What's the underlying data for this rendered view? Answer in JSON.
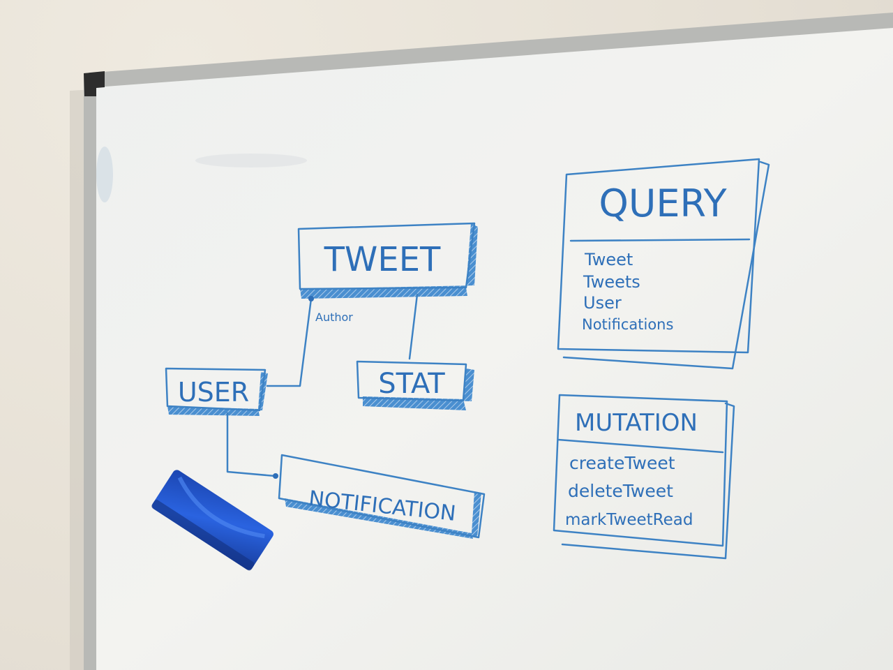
{
  "scene": {
    "description": "Whiteboard with hand-drawn GraphQL schema sketch",
    "marker_color": "#3d82c4",
    "eraser_color": "#1f4fbf",
    "board_color": "#f1f1ee",
    "wall_color": "#e9e4da"
  },
  "entities": [
    {
      "id": "tweet",
      "label": "TWEET"
    },
    {
      "id": "user",
      "label": "USER"
    },
    {
      "id": "stat",
      "label": "STAT"
    },
    {
      "id": "notification",
      "label": "NOTIFICATION"
    }
  ],
  "relations": [
    {
      "from": "user",
      "to": "tweet",
      "label": "Author"
    },
    {
      "from": "tweet",
      "to": "stat",
      "label": ""
    },
    {
      "from": "user",
      "to": "notification",
      "label": ""
    }
  ],
  "query": {
    "title": "QUERY",
    "fields": [
      "Tweet",
      "Tweets",
      "User",
      "Notifications"
    ]
  },
  "mutation": {
    "title": "MUTATION",
    "fields": [
      "createTweet",
      "deleteTweet",
      "markTweetRead"
    ]
  }
}
